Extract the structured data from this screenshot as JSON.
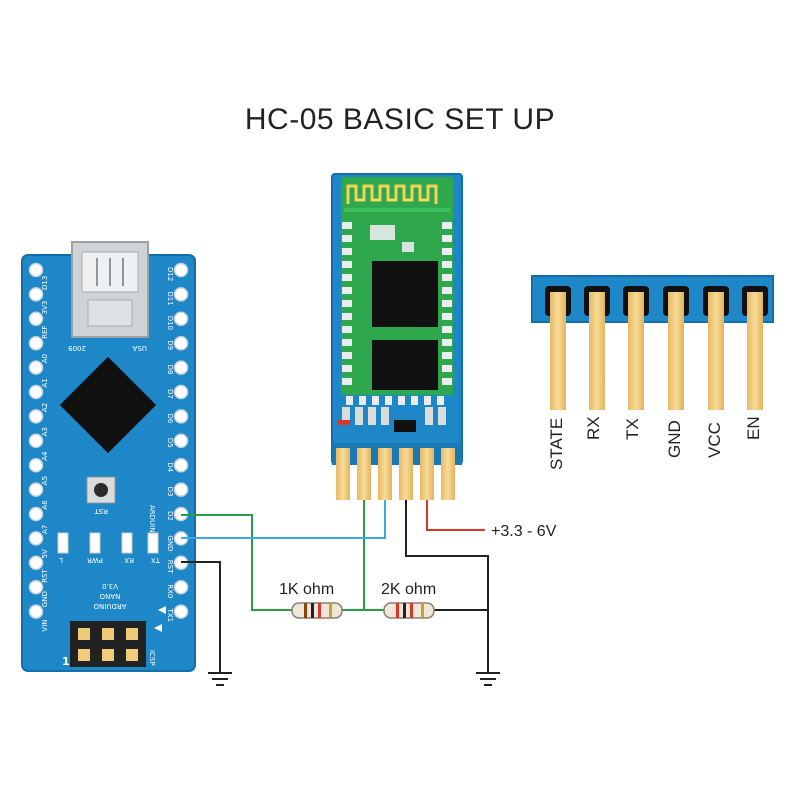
{
  "title": "HC-05 BASIC SET UP",
  "colors": {
    "board_blue": "#1e87c8",
    "pcb_green": "#2fa74c",
    "chip_black": "#111111",
    "pin_gold": "#f0cc7a",
    "wire_green": "#2a9d48",
    "wire_blue": "#3aa9e0",
    "wire_red": "#d8372b",
    "wire_black": "#222222"
  },
  "arduino": {
    "left_pins": [
      "D13",
      "3V3",
      "REF",
      "A0",
      "A1",
      "A2",
      "A3",
      "A4",
      "A5",
      "A6",
      "A7",
      "5V",
      "RST",
      "GND",
      "VIN"
    ],
    "right_pins": [
      "D12",
      "D11",
      "D10",
      "D9",
      "D8",
      "D7",
      "D6",
      "D5",
      "D4",
      "D3",
      "D2",
      "GND",
      "RST",
      "RX0",
      "TX1"
    ],
    "usb_left": "2009",
    "usb_right": "USA",
    "reset_label": "RST",
    "model_lines": [
      "ARDUINO",
      "NANO",
      "V3.0"
    ],
    "brand": "ARDUINO.CC",
    "leds": [
      "L",
      "PWR",
      "RX",
      "TX"
    ],
    "icsp": "ICSP",
    "icsp_pin1": "1"
  },
  "hc05": {
    "pins": [
      "STATE",
      "RX",
      "TX",
      "GND",
      "VCC",
      "EN"
    ]
  },
  "annotations": {
    "supply": "+3.3 - 6V",
    "r1": "1K ohm",
    "r2": "2K ohm"
  }
}
